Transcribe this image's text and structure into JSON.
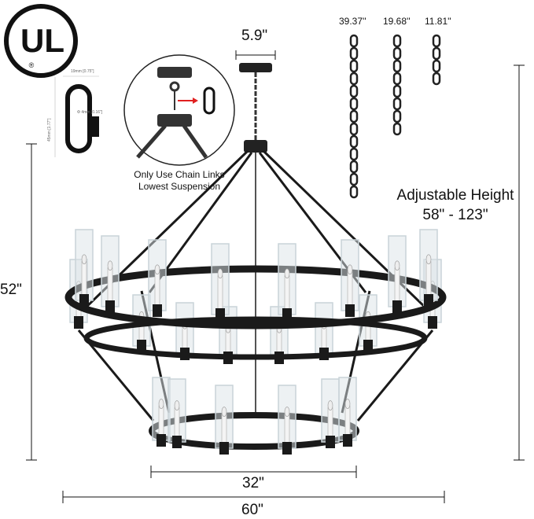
{
  "logo": {
    "text": "UL",
    "mark": "®"
  },
  "dimensions": {
    "canopy": "5.9\"",
    "height": "52\"",
    "lower_diameter": "32\"",
    "upper_diameter": "60\""
  },
  "quick_link": {
    "width": "19mm [0.75\"]",
    "height": "45mm [1.77\"]",
    "thickness": "Φ 4mm [0.16\"]"
  },
  "inset_caption": [
    "Only Use Chain Links",
    "Lowest Suspension"
  ],
  "chains": [
    "39.37''",
    "19.68''",
    "11.81''"
  ],
  "adjustable": {
    "title": "Adjustable Height",
    "range": "58\" - 123\""
  },
  "colors": {
    "metal": "#1a1a1a",
    "glass": "#c9d3d8",
    "arrow": "#e02020"
  }
}
